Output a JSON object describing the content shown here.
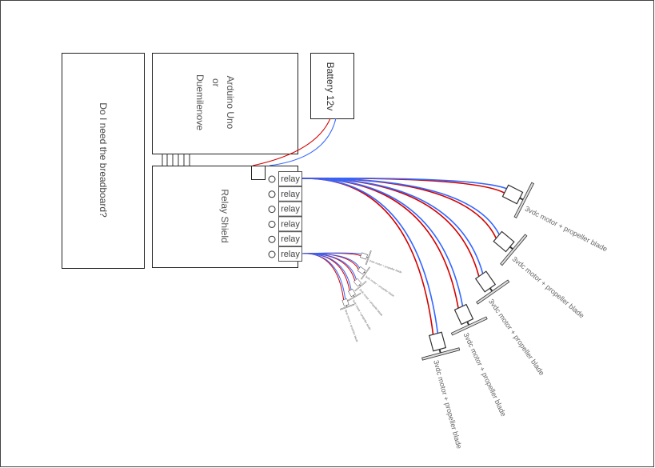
{
  "breadboard": {
    "label": "Do I need the breadboard?"
  },
  "arduino": {
    "lines": [
      "Arduino Uno",
      "or",
      "Duemilenove"
    ]
  },
  "battery": {
    "label": "Battery 12v"
  },
  "relay_shield": {
    "label": "Relay Shield",
    "relays": [
      "relay",
      "relay",
      "relay",
      "relay",
      "relay",
      "relay"
    ]
  },
  "motors": [
    {
      "label": "3vdc motor + propeller blade"
    },
    {
      "label": "3vdc motor + propeller blade"
    },
    {
      "label": "3vdc motor + propeller blade"
    },
    {
      "label": "3vdc motor + propeller blade"
    },
    {
      "label": "3vdc motor + propeller blade"
    }
  ],
  "small_motors": [
    {
      "label": "3vdc motor + propeller blade"
    },
    {
      "label": "3vdc motor + propeller blade"
    },
    {
      "label": "3vdc motor + propeller blade"
    },
    {
      "label": "3vdc motor + propeller blade"
    },
    {
      "label": "3vdc motor + propeller blade"
    }
  ],
  "colors": {
    "wire_positive": "#d40000",
    "wire_negative": "#3366ff",
    "stroke": "#222222",
    "label": "#666666"
  }
}
